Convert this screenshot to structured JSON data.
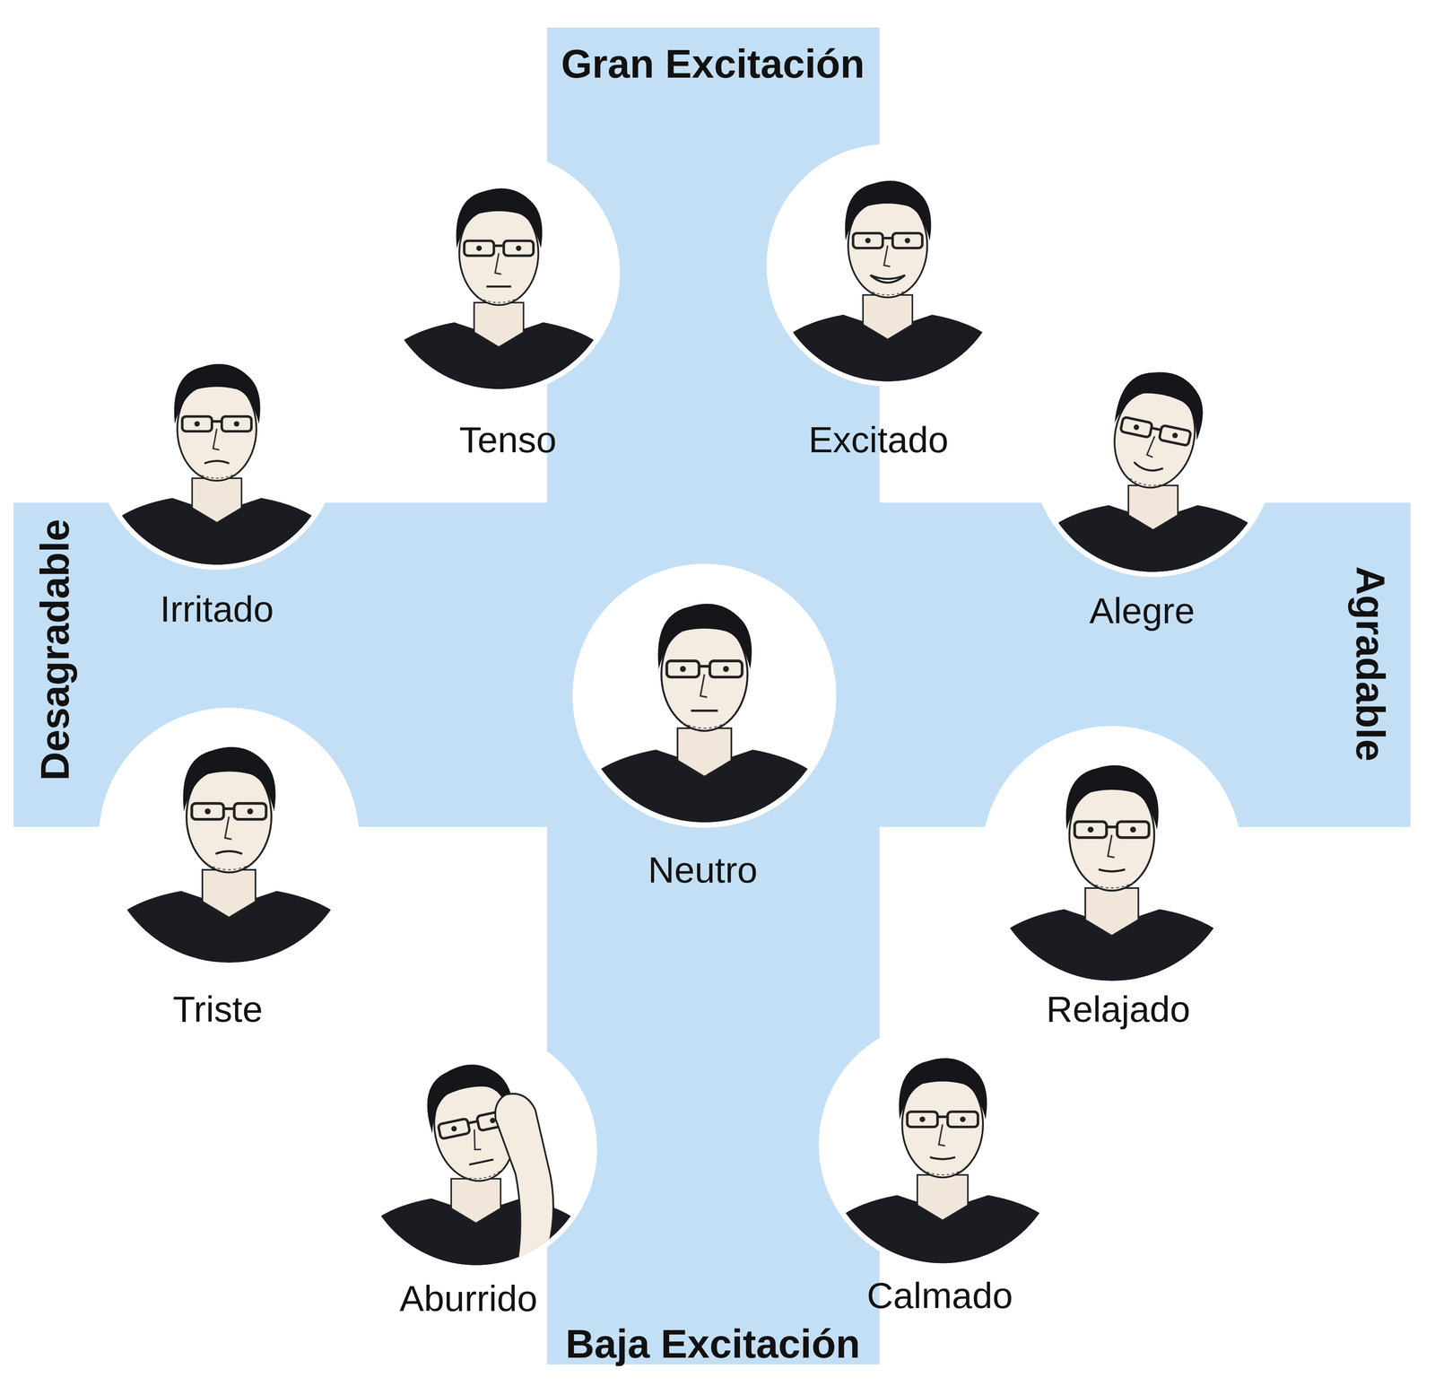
{
  "diagram": {
    "nodes": [
      {
        "text": [
          "Tenso"
        ]
      },
      {
        "text": [
          "Excitado"
        ]
      },
      {
        "text": [
          "Irritado"
        ]
      },
      {
        "text": [
          "Alegre"
        ]
      },
      {
        "text": [
          "Neutro"
        ]
      },
      {
        "text": [
          "Triste"
        ]
      },
      {
        "text": [
          "Relajado"
        ]
      },
      {
        "text": [
          "Aburrido"
        ]
      },
      {
        "text": [
          "Calmado"
        ]
      }
    ],
    "labels": [
      "Gran Excitación",
      "Desagradable",
      "Agradable",
      "Baja Excitación"
    ]
  }
}
